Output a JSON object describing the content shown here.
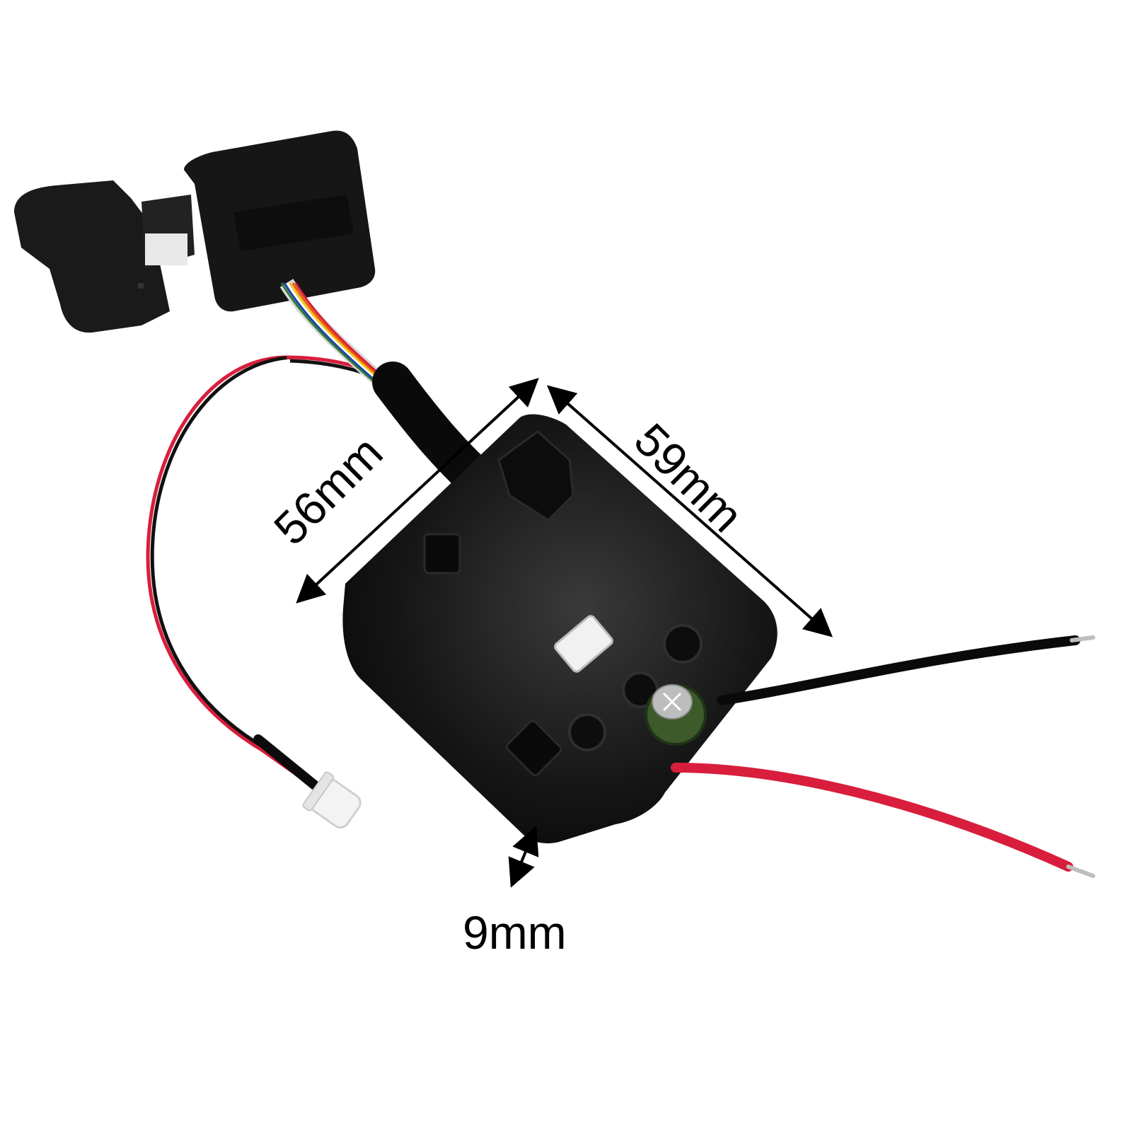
{
  "dimensions": {
    "width_label": "56mm",
    "length_label": "59mm",
    "thickness_label": "9mm"
  },
  "colors": {
    "background": "#ffffff",
    "board": "#111111",
    "wire_red": "#d81e3c",
    "wire_black": "#0a0a0a",
    "capacitor": "#3c5a2a",
    "annotation": "#000000"
  }
}
